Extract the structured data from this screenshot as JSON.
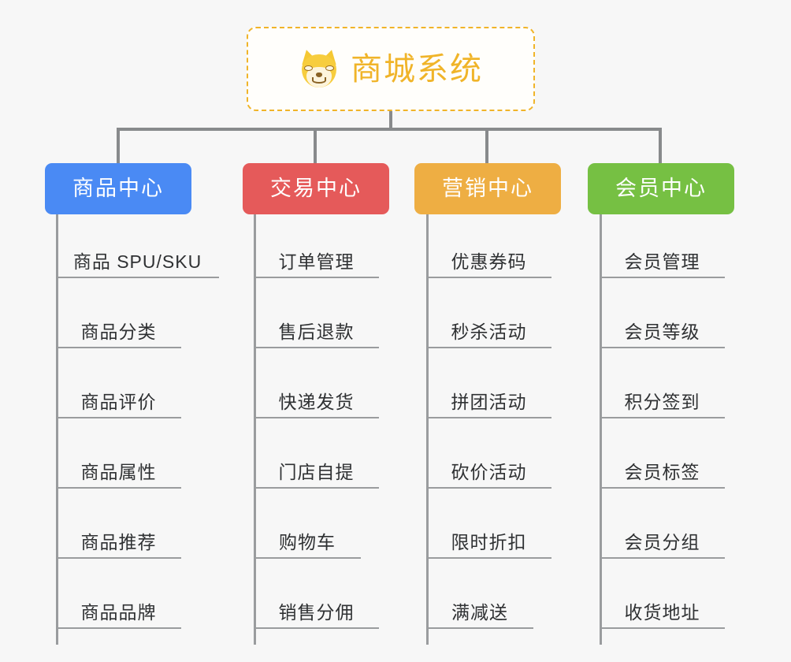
{
  "root": {
    "title": "商城系统",
    "icon": "shiba-dog-icon",
    "border_color": "#f0b429",
    "text_color": "#f0b429",
    "background": "#fffefb"
  },
  "canvas": {
    "background": "#f7f7f7",
    "line_color": "#888a8c"
  },
  "branches": [
    {
      "label": "商品中心",
      "color": "#4a8af4",
      "items": [
        "商品 SPU/SKU",
        "商品分类",
        "商品评价",
        "商品属性",
        "商品推荐",
        "商品品牌"
      ]
    },
    {
      "label": "交易中心",
      "color": "#e55a5a",
      "items": [
        "订单管理",
        "售后退款",
        "快递发货",
        "门店自提",
        "购物车",
        "销售分佣"
      ]
    },
    {
      "label": "营销中心",
      "color": "#eeae43",
      "items": [
        "优惠券码",
        "秒杀活动",
        "拼团活动",
        "砍价活动",
        "限时折扣",
        "满减送"
      ]
    },
    {
      "label": "会员中心",
      "color": "#76c043",
      "items": [
        "会员管理",
        "会员等级",
        "积分签到",
        "会员标签",
        "会员分组",
        "收货地址"
      ]
    }
  ]
}
